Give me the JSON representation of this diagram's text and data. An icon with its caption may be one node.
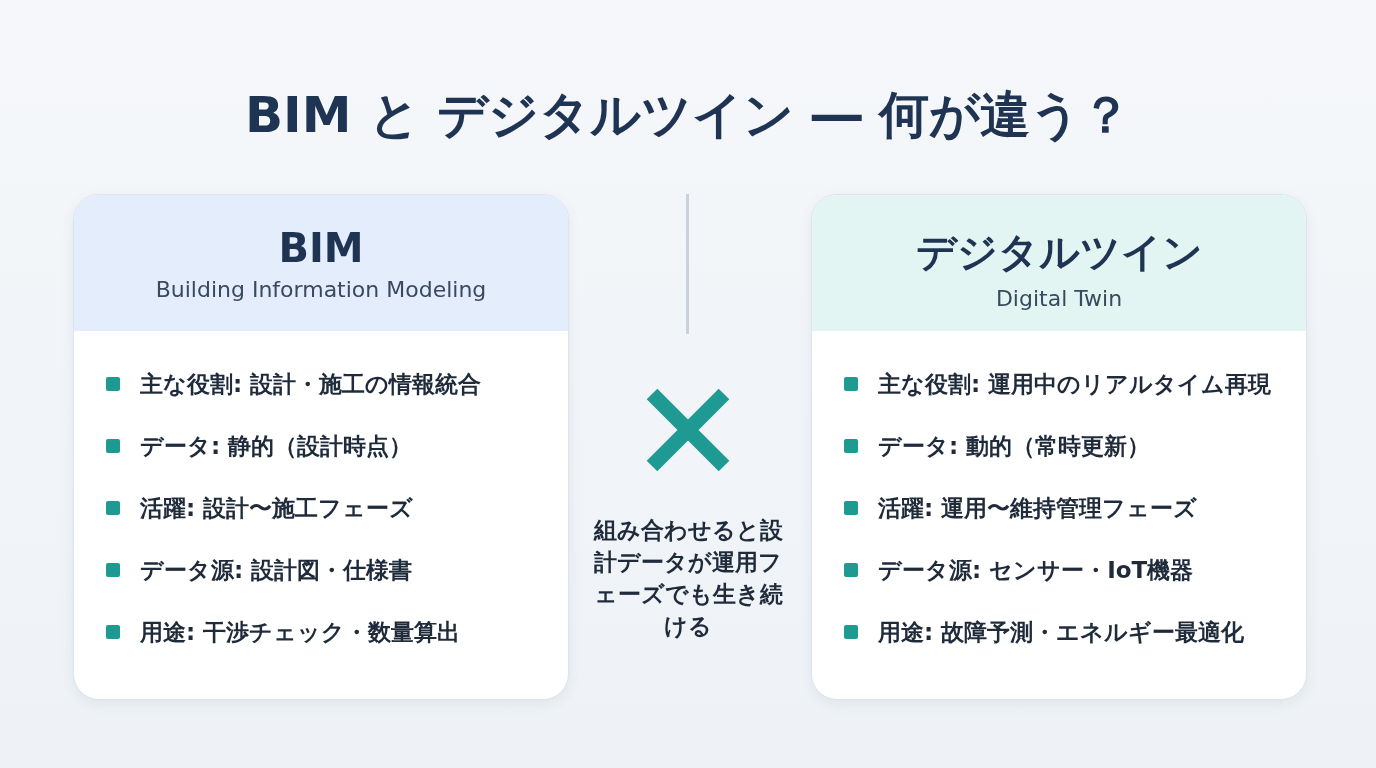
{
  "diagram": {
    "title": "BIM と デジタルツイン ― 何が違う？",
    "nodes": [
      {
        "text": [
          "BIM",
          "Building Information Modeling",
          "主な役割: 設計・施工の情報統合",
          "データ: 静的（設計時点）",
          "活躍: 設計〜施工フェーズ",
          "データ源: 設計図・仕様書",
          "用途: 干渉チェック・数量算出"
        ]
      },
      {
        "text": [
          "デジタルツイン",
          "Digital Twin",
          "主な役割: 運用中のリアルタイム再現",
          "データ: 動的（常時更新）",
          "活躍: 運用〜維持管理フェーズ",
          "データ源: センサー・IoT機器",
          "用途: 故障予測・エネルギー最適化"
        ]
      }
    ],
    "edges": [],
    "labels": [
      "組み合わせると設計データが運用フェーズでも生き続ける"
    ]
  }
}
